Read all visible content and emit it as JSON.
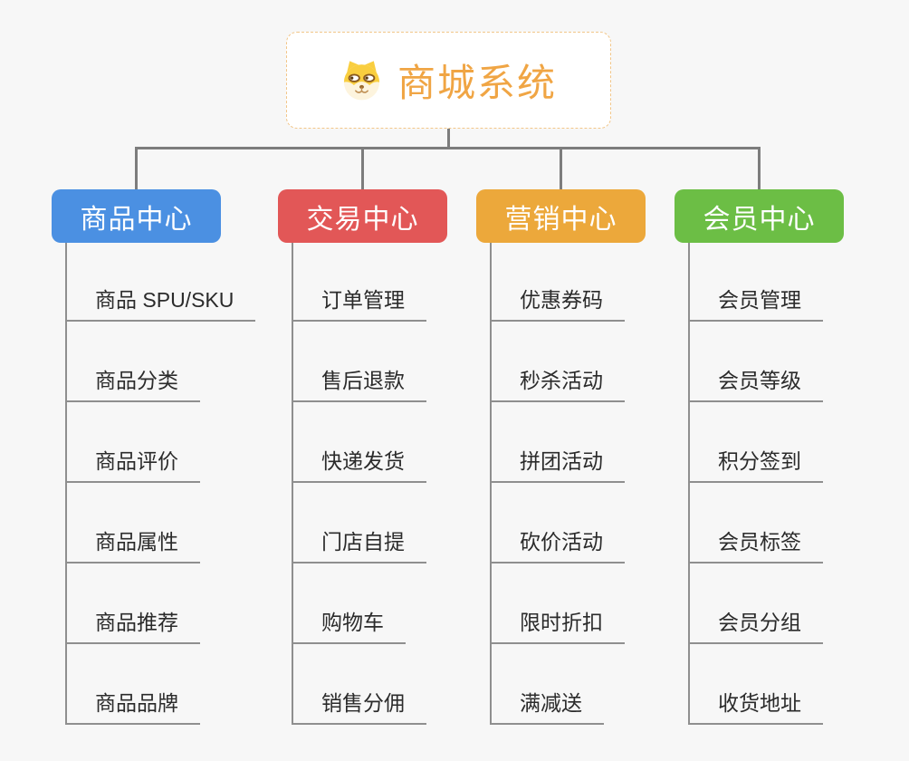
{
  "root": {
    "title": "商城系统",
    "icon": "doge-icon",
    "text_color": "#f0a544",
    "border_color": "#f2c689"
  },
  "colors": {
    "background": "#f7f7f7",
    "connector": "#7d7d7d",
    "subtree_line": "#8f8f8f",
    "item_text": "#2b2b2b",
    "branch_text": "#ffffff"
  },
  "branches": [
    {
      "label": "商品中心",
      "color": "#4b90e2",
      "items": [
        "商品 SPU/SKU",
        "商品分类",
        "商品评价",
        "商品属性",
        "商品推荐",
        "商品品牌"
      ]
    },
    {
      "label": "交易中心",
      "color": "#e25757",
      "items": [
        "订单管理",
        "售后退款",
        "快递发货",
        "门店自提",
        "购物车",
        "销售分佣"
      ]
    },
    {
      "label": "营销中心",
      "color": "#eca83b",
      "items": [
        "优惠券码",
        "秒杀活动",
        "拼团活动",
        "砍价活动",
        "限时折扣",
        "满减送"
      ]
    },
    {
      "label": "会员中心",
      "color": "#6cbe45",
      "items": [
        "会员管理",
        "会员等级",
        "积分签到",
        "会员标签",
        "会员分组",
        "收货地址"
      ]
    }
  ]
}
